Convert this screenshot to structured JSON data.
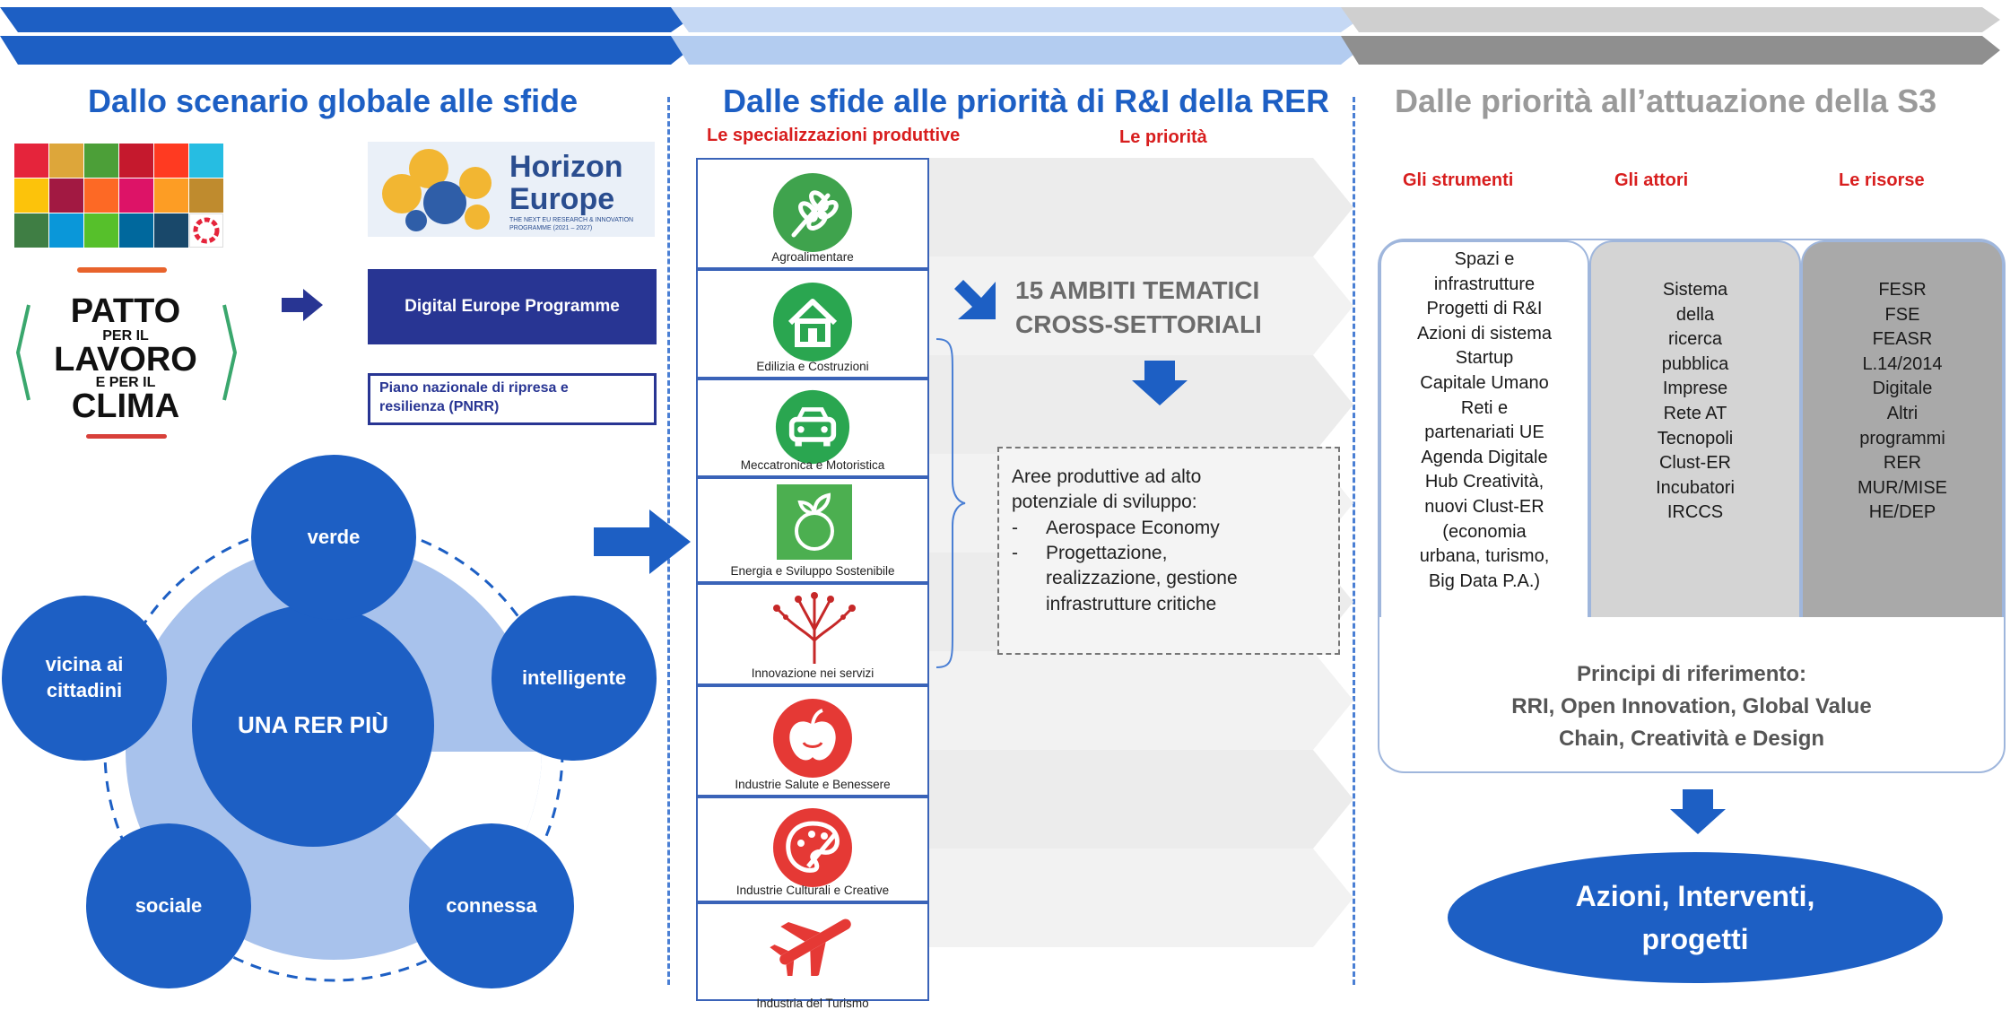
{
  "sections": {
    "left_title": "Dallo scenario globale alle sfide",
    "middle_title": "Dalle sfide alle priorità di R&I della RER",
    "right_title": "Dalle priorità all’attuazione della S3"
  },
  "middle": {
    "sub_left": "Le specializzazioni produttive",
    "sub_right": "Le priorità",
    "ambiti_line1": "15 AMBITI TEMATICI",
    "ambiti_line2": "CROSS-SETTORIALI",
    "aree_intro_1": "Aree produttive ad alto",
    "aree_intro_2": "potenziale di sviluppo:",
    "aree_item1": "Aerospace Economy",
    "aree_item2_1": "Progettazione,",
    "aree_item2_2": "realizzazione, gestione",
    "aree_item2_3": "infrastrutture critiche"
  },
  "sectors": [
    {
      "label": "Agroalimentare",
      "icon": "wheat-icon",
      "color": "#3fa34d"
    },
    {
      "label": "Edilizia e Costruzioni",
      "icon": "house-icon",
      "color": "#2aa650"
    },
    {
      "label": "Meccatronica e Motoristica",
      "icon": "car-icon",
      "color": "#2aa650"
    },
    {
      "label": "Energia e Sviluppo Sostenibile",
      "icon": "earth-plant-icon",
      "color": "#4caf50"
    },
    {
      "label": "Innovazione nei servizi",
      "icon": "network-tree-icon",
      "color": "#c62828"
    },
    {
      "label": "Industrie Salute e Benessere",
      "icon": "apple-icon",
      "color": "#e53935"
    },
    {
      "label": "Industrie Culturali e Creative",
      "icon": "palette-icon",
      "color": "#e53935"
    },
    {
      "label": "Industria del Turismo",
      "icon": "airplane-icon",
      "color": "#e53935"
    }
  ],
  "left": {
    "horizon_1": "Horizon",
    "horizon_2": "Europe",
    "horizon_small_1": "THE NEXT EU RESEARCH & INNOVATION",
    "horizon_small_2": "PROGRAMME (2021 – 2027)",
    "digital_europe": "Digital Europe Programme",
    "pnrr_1": "Piano nazionale di ripresa e",
    "pnrr_2": "resilienza (PNRR)",
    "patto_1": "PATTO",
    "patto_2": "PER IL",
    "patto_3": "LAVORO",
    "patto_4": "E PER IL",
    "patto_5": "CLIMA"
  },
  "circle": {
    "center": "UNA RER PIÙ",
    "verde": "verde",
    "intelligente": "intelligente",
    "connessa": "connessa",
    "sociale": "sociale",
    "vicina_1": "vicina ai",
    "vicina_2": "cittadini"
  },
  "right": {
    "h_strumenti": "Gli strumenti",
    "h_attori": "Gli attori",
    "h_risorse": "Le risorse",
    "strumenti": [
      "Spazi e",
      "infrastrutture",
      "Progetti di R&I",
      "Azioni di sistema",
      "Startup",
      "Capitale Umano",
      "Reti e",
      "partenariati  UE",
      "Agenda Digitale",
      "Hub Creatività,",
      "nuovi Clust-ER",
      "(economia",
      "urbana, turismo,",
      "Big Data P.A.)"
    ],
    "attori": [
      "Sistema",
      "della",
      "ricerca",
      "pubblica",
      "Imprese",
      "Rete AT",
      "Tecnopoli",
      "Clust-ER",
      "Incubatori",
      "IRCCS"
    ],
    "risorse": [
      "FESR",
      "FSE",
      "FEASR",
      "L.14/2014",
      "Digitale",
      "Altri",
      "programmi",
      "RER",
      "MUR/MISE",
      "HE/DEP"
    ],
    "principi_1": "Principi di riferimento:",
    "principi_2": "RRI, Open Innovation, Global Value",
    "principi_3": "Chain, Creatività e Design",
    "azioni_1": "Azioni, Interventi,",
    "azioni_2": "progetti"
  },
  "colors": {
    "dark_blue": "#1d5fc4",
    "navy": "#283593",
    "light_blue_band": "#bcd2f2",
    "grey_band": "#9e9e9e",
    "red_heading": "#d81e1e"
  }
}
